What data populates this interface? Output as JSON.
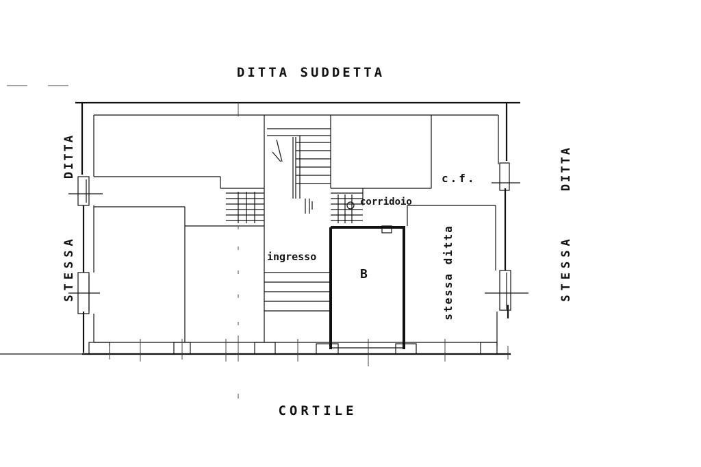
{
  "labels": {
    "top": "DITTA SUDDETTA",
    "bottom": "CORTILE",
    "left_top": "DITTA",
    "left_bottom": "STESSA",
    "right_top": "DITTA",
    "right_bottom": "STESSA",
    "cf": "c.f.",
    "corridoio": "corridoio",
    "ingresso": "ingresso",
    "room_b": "B",
    "stessa_ditta": "stessa ditta"
  }
}
